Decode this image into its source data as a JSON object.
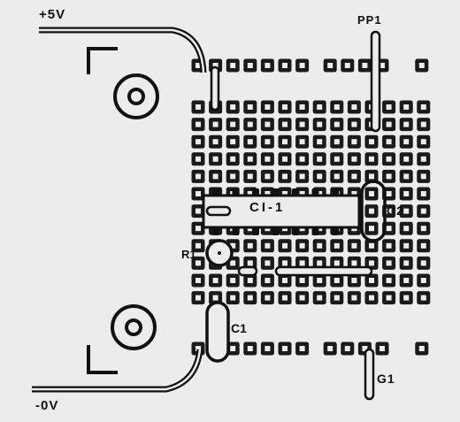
{
  "labels": {
    "plus_5v": "+5V",
    "minus_0v": "-0V",
    "pp1": "PP1",
    "c2": "C2",
    "r1": "R1",
    "c1": "C1",
    "g1": "G1",
    "ci1": "CI-1"
  },
  "colors": {
    "ink": "#111111",
    "paper": "#ececec",
    "pad": "#1a1a1a"
  }
}
